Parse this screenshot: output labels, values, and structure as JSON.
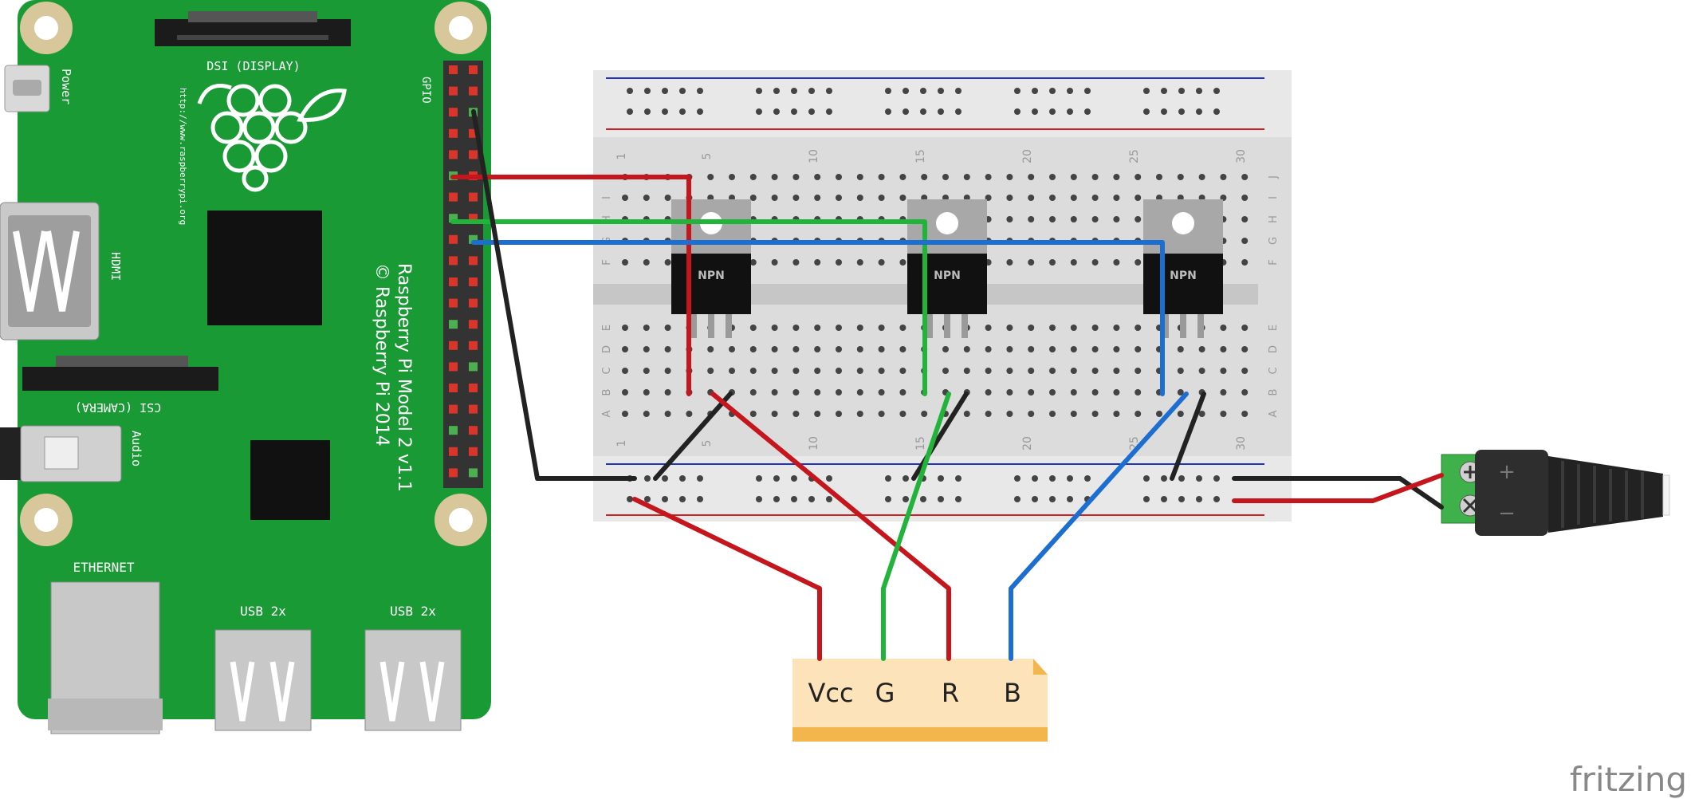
{
  "pi": {
    "dsi_label": "DSI (DISPLAY)",
    "power_label": "Power",
    "url_label": "http://www.raspberrypi.org",
    "gpio_label": "GPIO",
    "hdmi_label": "HDMI",
    "model_label": "Raspberry Pi Model 2 v1.1",
    "copyright_label": "© Raspberry Pi 2014",
    "csi_label": "CSI (CAMERA)",
    "audio_label": "Audio",
    "ethernet_label": "ETHERNET",
    "usb1_label": "USB 2x",
    "usb2_label": "USB 2x",
    "pcb_color": "#199a34",
    "mount_color": "#d8c79a"
  },
  "breadboard": {
    "col_numbers": [
      "1",
      "5",
      "10",
      "15",
      "20",
      "25",
      "30"
    ],
    "rows_top": [
      "J",
      "I",
      "H",
      "G",
      "F"
    ],
    "rows_bottom": [
      "E",
      "D",
      "C",
      "B",
      "A"
    ],
    "rail_red": "#cc2222",
    "rail_blue": "#2233bb"
  },
  "transistors": [
    {
      "label": "NPN"
    },
    {
      "label": "NPN"
    },
    {
      "label": "NPN"
    }
  ],
  "connector": {
    "pins": [
      "Vcc",
      "G",
      "R",
      "B"
    ],
    "fill": "#fde3b9",
    "stripe": "#f2b64c"
  },
  "dc_jack": {
    "plus": "+",
    "minus": "−",
    "screw_color": "#3fb14b"
  },
  "wires": {
    "red": "#c4161c",
    "green": "#22b33a",
    "blue": "#1c6fd1",
    "black": "#222222"
  },
  "watermark": "fritzing"
}
